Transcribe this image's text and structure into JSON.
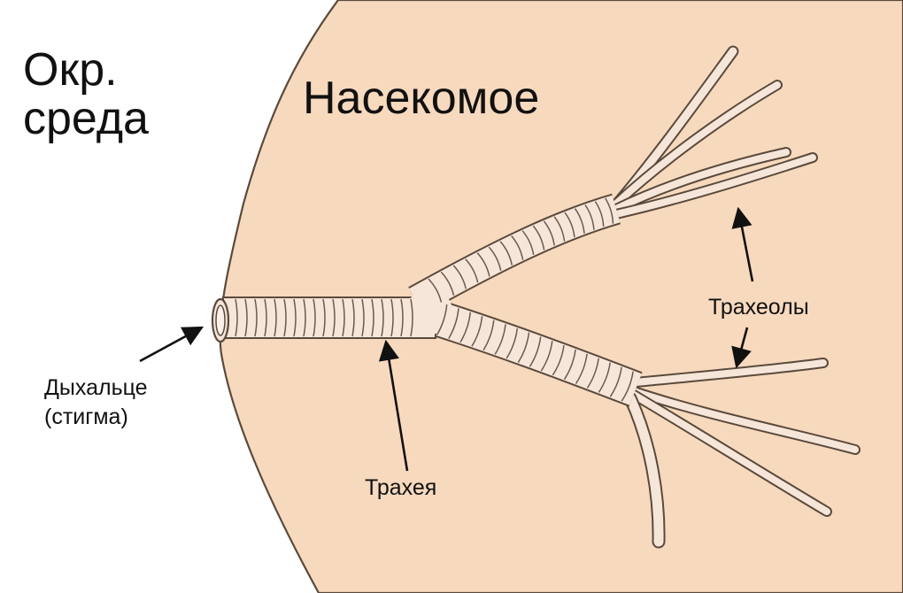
{
  "labels": {
    "environment_line1": "Окр.",
    "environment_line2": "среда",
    "insect": "Насекомое",
    "spiracle_line1": "Дыхальце",
    "spiracle_line2": "(стигма)",
    "trachea": "Трахея",
    "tracheoles": "Трахеолы"
  },
  "colors": {
    "body_fill": "#f7d9bd",
    "tube_fill": "#f6e6da",
    "outline": "#5a4a3c",
    "ring": "#6b5a4b",
    "background": "#ffffff",
    "text": "#111111"
  }
}
